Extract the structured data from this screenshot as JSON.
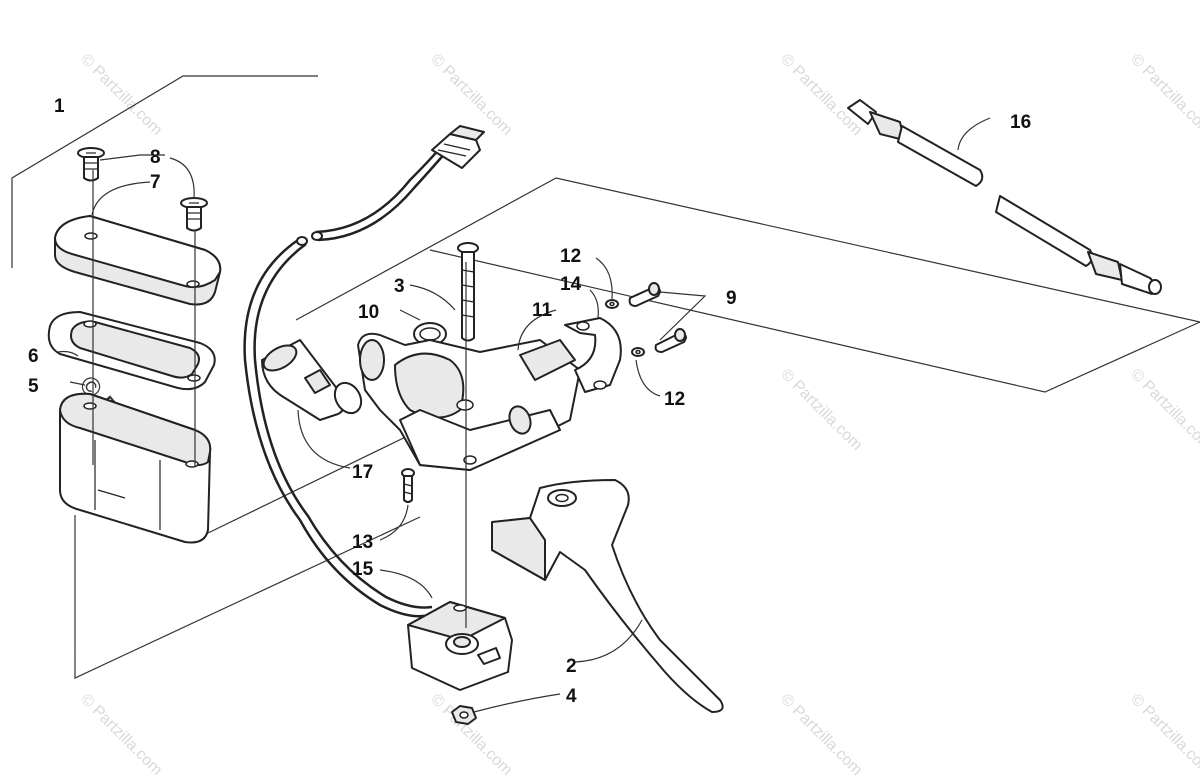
{
  "diagram": {
    "callouts": [
      {
        "id": "c1",
        "label": "1"
      },
      {
        "id": "c2",
        "label": "2"
      },
      {
        "id": "c3",
        "label": "3"
      },
      {
        "id": "c4",
        "label": "4"
      },
      {
        "id": "c5",
        "label": "5"
      },
      {
        "id": "c6",
        "label": "6"
      },
      {
        "id": "c7",
        "label": "7"
      },
      {
        "id": "c8",
        "label": "8"
      },
      {
        "id": "c9",
        "label": "9"
      },
      {
        "id": "c10",
        "label": "10"
      },
      {
        "id": "c11",
        "label": "11"
      },
      {
        "id": "c12a",
        "label": "12"
      },
      {
        "id": "c12b",
        "label": "12"
      },
      {
        "id": "c13",
        "label": "13"
      },
      {
        "id": "c14",
        "label": "14"
      },
      {
        "id": "c15",
        "label": "15"
      },
      {
        "id": "c16",
        "label": "16"
      },
      {
        "id": "c17",
        "label": "17"
      }
    ],
    "watermark": {
      "small": "© Partzilla.com",
      "big": "© Partzilla.com"
    }
  }
}
